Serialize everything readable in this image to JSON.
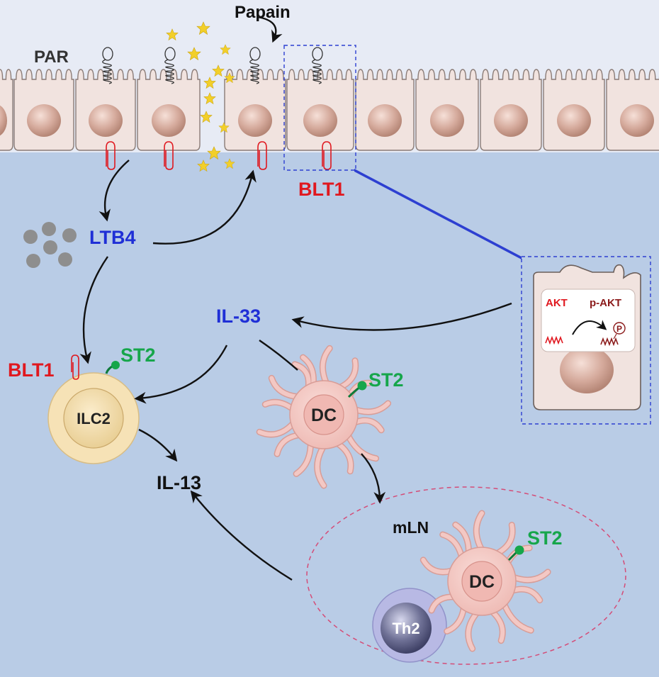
{
  "labels": {
    "papain": "Papain",
    "par": "PAR",
    "blt1_epithelium": "BLT1",
    "ltb4": "LTB4",
    "il33": "IL-33",
    "blt1_ilc2": "BLT1",
    "st2_ilc2": "ST2",
    "ilc2": "ILC2",
    "st2_dc": "ST2",
    "dc": "DC",
    "il13": "IL-13",
    "mln": "mLN",
    "st2_mln_dc": "ST2",
    "mln_dc": "DC",
    "th2": "Th2",
    "akt": "AKT",
    "p_akt": "p-AKT",
    "phospho": "P"
  },
  "colors": {
    "background": "#b9cce6",
    "epithelium_cell": "#f1e3df",
    "nucleus": "#d2a89a",
    "label_blue": "#1f2fd6",
    "label_red": "#e0181f",
    "label_green": "#16a64b",
    "label_dark_red": "#8b1a1a",
    "ilc2_ring": "#f3dca9",
    "ilc2_core": "#eed8a6",
    "dc_body": "#f3c8c4",
    "th2": "#8d8fb5",
    "papain_star": "#f2cf2a",
    "ltb4_dot": "#8e8e8e",
    "mln_border": "#d44d78"
  }
}
